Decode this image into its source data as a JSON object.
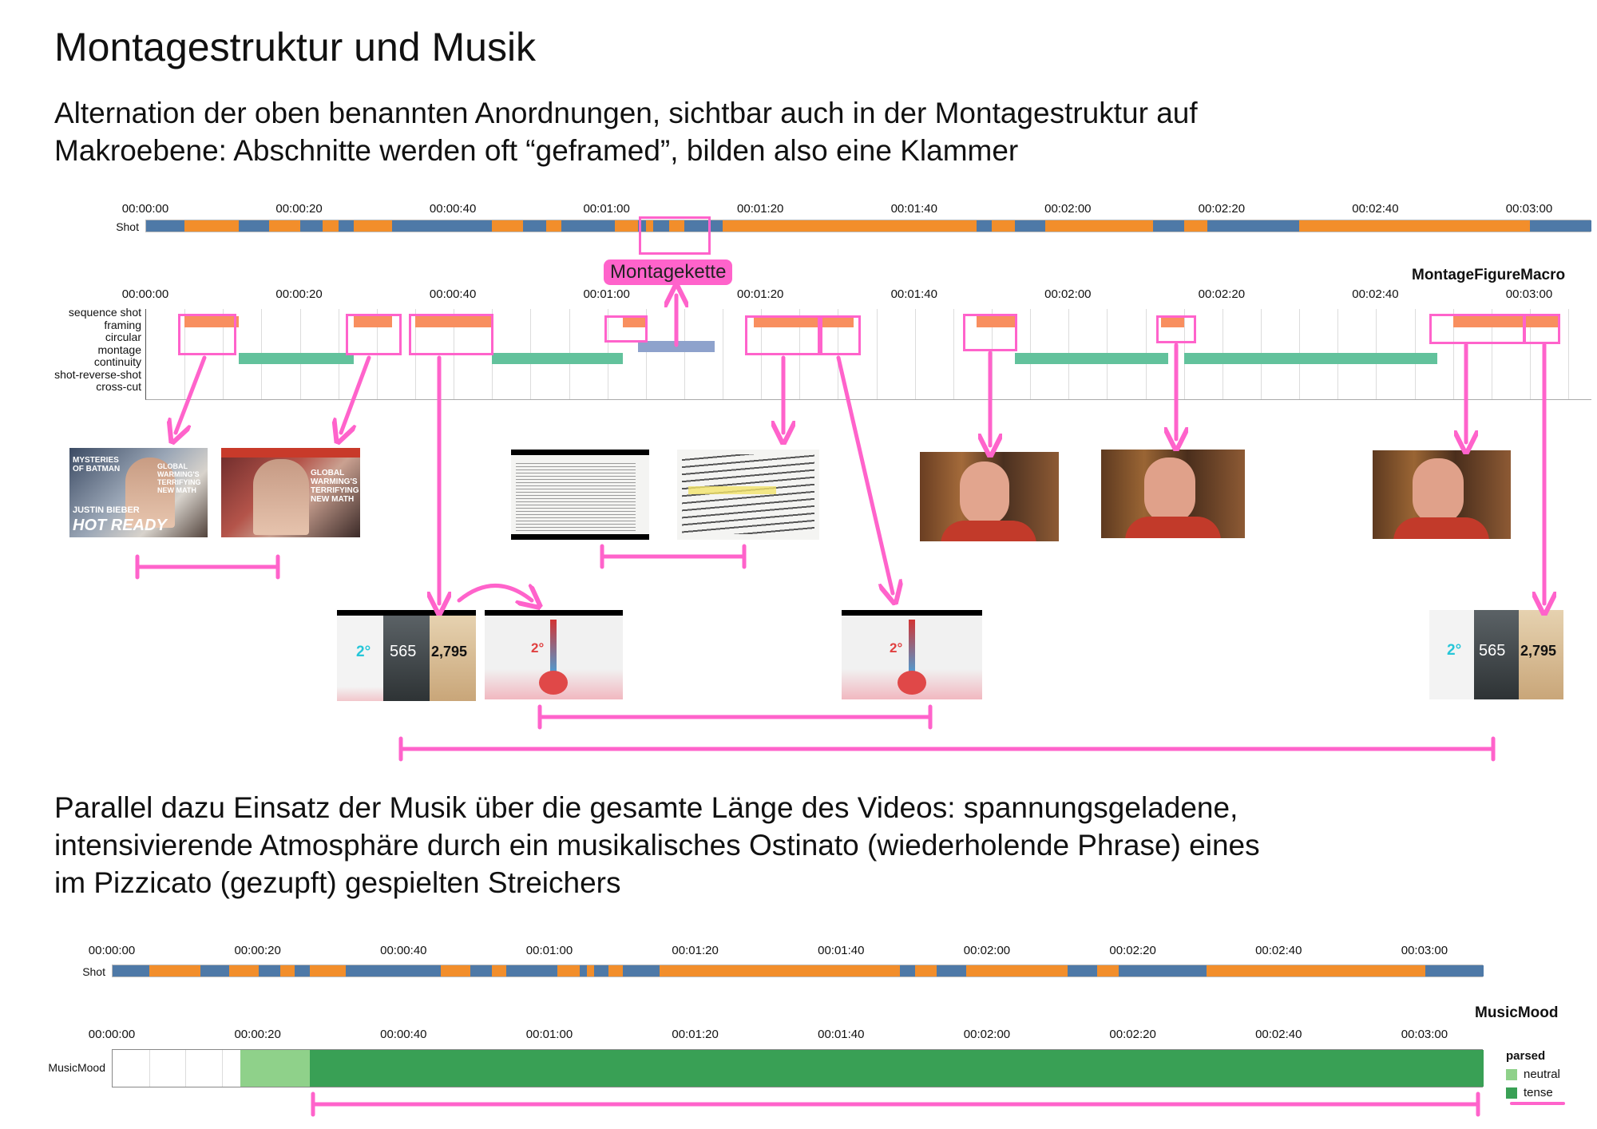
{
  "title": "Montagestruktur und Musik",
  "paragraph1": [
    "Alternation der oben benannten Anordnungen, sichtbar auch in der Montagestruktur auf",
    "Makroebene: Abschnitte werden oft “geframed”, bilden also eine Klammer"
  ],
  "paragraph2": [
    "Parallel dazu Einsatz der Musik über die gesamte Länge des Videos: spannungsgeladene,",
    "intensivierende Atmosphäre durch ein musikalisches Ostinato (wiederholende Phrase) eines",
    "im Pizzicato (gezupft) gespielten Streichers"
  ],
  "time_ticks": [
    "00:00:00",
    "00:00:20",
    "00:00:40",
    "00:01:00",
    "00:01:20",
    "00:01:40",
    "00:02:00",
    "00:02:20",
    "00:02:40",
    "00:03:00"
  ],
  "tick_seconds": [
    0,
    20,
    40,
    60,
    80,
    100,
    120,
    140,
    160,
    180
  ],
  "duration_seconds": 188,
  "colors": {
    "shot_blue": "#4e79a7",
    "shot_orange": "#f28e2b",
    "framing": "#f88f5f",
    "continuity": "#62c29c",
    "montage": "#8ea2cc",
    "neutral": "#8fd18a",
    "tense": "#39a055",
    "pink": "#ff63cb"
  },
  "shot_row_label": "Shot",
  "shots": [
    [
      0,
      5,
      "b"
    ],
    [
      5,
      12,
      "o"
    ],
    [
      12,
      16,
      "b"
    ],
    [
      16,
      20,
      "o"
    ],
    [
      20,
      23,
      "b"
    ],
    [
      23,
      25,
      "o"
    ],
    [
      25,
      27,
      "b"
    ],
    [
      27,
      32,
      "o"
    ],
    [
      32,
      45,
      "b"
    ],
    [
      45,
      49,
      "o"
    ],
    [
      49,
      52,
      "b"
    ],
    [
      52,
      54,
      "o"
    ],
    [
      54,
      61,
      "b"
    ],
    [
      61,
      64,
      "o"
    ],
    [
      64,
      65,
      "b"
    ],
    [
      65,
      66,
      "o"
    ],
    [
      66,
      68,
      "b"
    ],
    [
      68,
      70,
      "o"
    ],
    [
      70,
      75,
      "b"
    ],
    [
      75,
      108,
      "o"
    ],
    [
      108,
      110,
      "b"
    ],
    [
      110,
      113,
      "o"
    ],
    [
      113,
      117,
      "b"
    ],
    [
      117,
      131,
      "o"
    ],
    [
      131,
      135,
      "b"
    ],
    [
      135,
      138,
      "o"
    ],
    [
      138,
      150,
      "b"
    ],
    [
      150,
      180,
      "o"
    ],
    [
      180,
      188,
      "b"
    ]
  ],
  "macro": {
    "title": "MontageFigureMacro",
    "rows": [
      "sequence shot",
      "framing",
      "circular",
      "montage",
      "continuity",
      "shot-reverse-shot",
      "cross-cut"
    ],
    "bars": [
      {
        "row": 1,
        "start": 5,
        "end": 12,
        "kind": "framing"
      },
      {
        "row": 1,
        "start": 27,
        "end": 32,
        "kind": "framing"
      },
      {
        "row": 1,
        "start": 35,
        "end": 45,
        "kind": "framing"
      },
      {
        "row": 1,
        "start": 62,
        "end": 65,
        "kind": "framing"
      },
      {
        "row": 1,
        "start": 79,
        "end": 92,
        "kind": "framing"
      },
      {
        "row": 1,
        "start": 108,
        "end": 113,
        "kind": "framing"
      },
      {
        "row": 1,
        "start": 132,
        "end": 135,
        "kind": "framing"
      },
      {
        "row": 1,
        "start": 170,
        "end": 184,
        "kind": "framing"
      },
      {
        "row": 3,
        "start": 64,
        "end": 74,
        "kind": "montage"
      },
      {
        "row": 4,
        "start": 12,
        "end": 27,
        "kind": "continuity"
      },
      {
        "row": 4,
        "start": 45,
        "end": 62,
        "kind": "continuity"
      },
      {
        "row": 4,
        "start": 113,
        "end": 133,
        "kind": "continuity"
      },
      {
        "row": 4,
        "start": 135,
        "end": 168,
        "kind": "continuity"
      }
    ]
  },
  "montagekette_label": "Montagekette",
  "thumbs": {
    "magazine_text": [
      "MYSTERIES OF BATMAN",
      "GLOBAL WARMING'S TERRIFYING NEW MATH",
      "JUSTIN BIEBER",
      "HOT READY"
    ],
    "stat_2deg": "2°",
    "stat_565": "565",
    "stat_2795": "2,795"
  },
  "music": {
    "title": "MusicMood",
    "row_label": "MusicMood",
    "legend_title": "parsed",
    "legend": [
      {
        "label": "neutral",
        "color": "#8fd18a"
      },
      {
        "label": "tense",
        "color": "#39a055"
      }
    ],
    "segments": [
      {
        "start": 0,
        "end": 17.5,
        "mood": "none"
      },
      {
        "start": 17.5,
        "end": 27,
        "mood": "neutral"
      },
      {
        "start": 27,
        "end": 188,
        "mood": "tense"
      }
    ]
  }
}
